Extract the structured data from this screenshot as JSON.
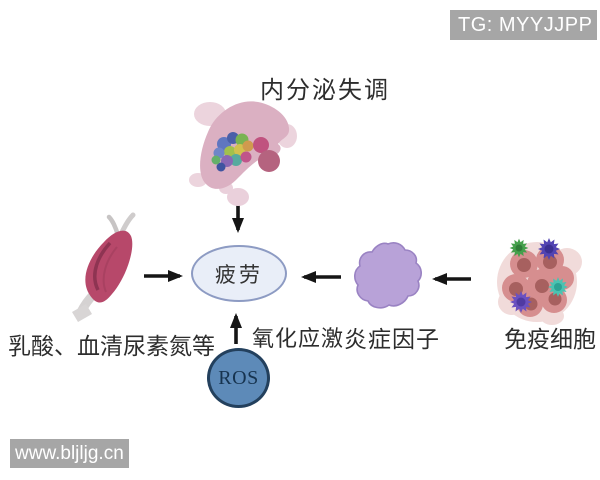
{
  "watermarks": {
    "top_right": {
      "text": "TG: MYYJJPP",
      "bg": "#a6a6a6",
      "text_color": "#ffffff"
    },
    "bottom_left": {
      "text": "www.bljljg.cn",
      "bg": "#a6a6a6",
      "text_color": "#ffffff"
    }
  },
  "figure": {
    "background": "#ffffff",
    "arrow_color": "#151515",
    "label_color": "#2d2d2d",
    "center_node": {
      "label": "疲劳",
      "fill": "#e9eef8",
      "border": "#8d9bc3"
    },
    "ros_node": {
      "label": "ROS",
      "caption": "氧化应激",
      "fill": "#5d8ab8",
      "border": "#23405d",
      "text_color": "#16334f"
    },
    "sources": {
      "endocrine": {
        "label": "内分泌失调",
        "icon": "pituitary-gland-icon",
        "main_color": "#dbb0c2"
      },
      "metabolites": {
        "label": "乳酸、血清尿素氮等",
        "icon": "muscle-icon",
        "main_color": "#b7486a"
      },
      "inflammatory": {
        "label": "炎症因子",
        "icon": "inflammatory-cell-icon",
        "main_color": "#b8a2d8"
      },
      "immune": {
        "label": "免疫细胞",
        "icon": "immune-cells-icon",
        "main_color": "#d68e8f"
      }
    }
  }
}
